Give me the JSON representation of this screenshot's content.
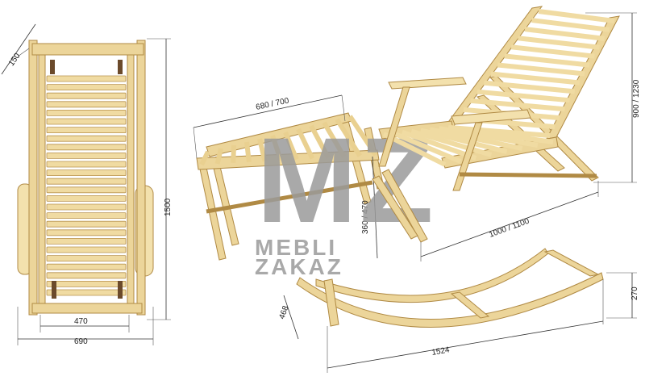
{
  "dimensions": {
    "top_view": {
      "angle": "150",
      "height": "1500",
      "inner_width": "470",
      "outer_width": "690"
    },
    "footrest": {
      "length": "680 / 700",
      "height": "360 / 470"
    },
    "chair": {
      "height": "900 / 1230",
      "length": "1000 / 1100"
    },
    "rocker": {
      "length": "1524",
      "height_left": "468",
      "height_right": "270"
    }
  },
  "watermark": {
    "logo_text": "MZ",
    "line1": "MEBLI",
    "line2": "ZAKAZ"
  },
  "colors": {
    "wood": "#ecd59a",
    "wood_edge": "#b08a44",
    "strap": "#6b4a2b",
    "watermark": "#9a9a9a"
  }
}
